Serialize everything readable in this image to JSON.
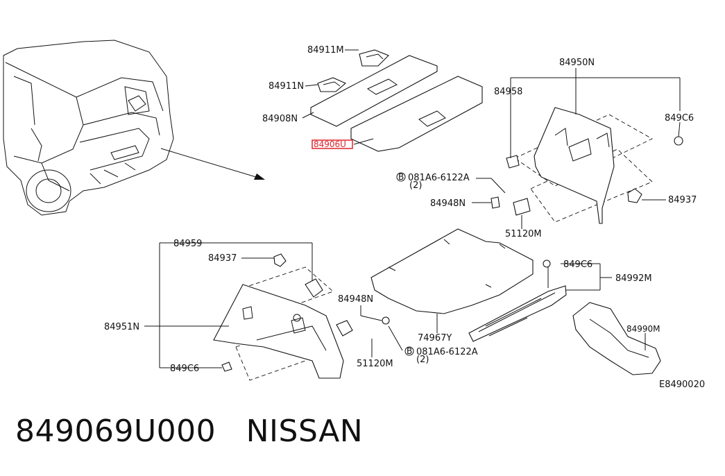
{
  "labels": {
    "p84911M": "84911M",
    "p84911N": "84911N",
    "p84908N": "84908N",
    "p84906": "84906U",
    "p84950N": "84950N",
    "p84958": "84958",
    "p849C6_a": "849C6",
    "bolt_a": "081A6-6122A",
    "bolt_a_qty": "(2)",
    "p84948N_a": "84948N",
    "p84937_a": "84937",
    "p51120M_a": "51120M",
    "p84959": "84959",
    "p84937_b": "84937",
    "p849C6_b": "849C6",
    "p84992M": "84992M",
    "p84948N_b": "84948N",
    "p84951N": "84951N",
    "p74967Y": "74967Y",
    "p84990M": "84990M",
    "bolt_b": "081A6-6122A",
    "bolt_b_qty": "(2)",
    "p51120M_b": "51120M",
    "p849C6_c": "849C6",
    "diagram_code": "E8490020",
    "bolt_symbol": "B"
  },
  "caption": {
    "part_number": "849069U000",
    "brand": "NISSAN"
  },
  "colors": {
    "highlight": "#e0232b",
    "line": "#111111"
  }
}
